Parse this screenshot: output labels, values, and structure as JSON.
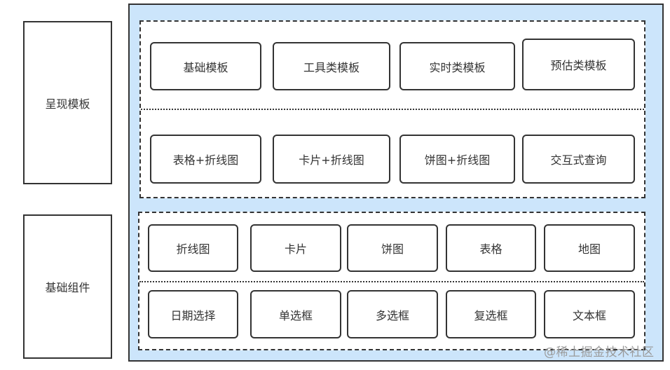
{
  "side_labels": {
    "presentation": "呈现模板",
    "components": "基础组件"
  },
  "templates": {
    "row1": [
      "基础模板",
      "工具类模板",
      "实时类模板",
      "预估类模板"
    ],
    "row2": [
      "表格+折线图",
      "卡片+折线图",
      "饼图+折线图",
      "交互式查询"
    ]
  },
  "components": {
    "row1": [
      "折线图",
      "卡片",
      "饼图",
      "表格",
      "地图"
    ],
    "row2": [
      "日期选择",
      "单选框",
      "多选框",
      "复选框",
      "文本框"
    ]
  },
  "watermark": "@稀土掘金技术社区",
  "colors": {
    "panel_bg": "#cce5fb",
    "border": "#333333",
    "text": "#333333",
    "watermark": "#9a9a9a"
  }
}
